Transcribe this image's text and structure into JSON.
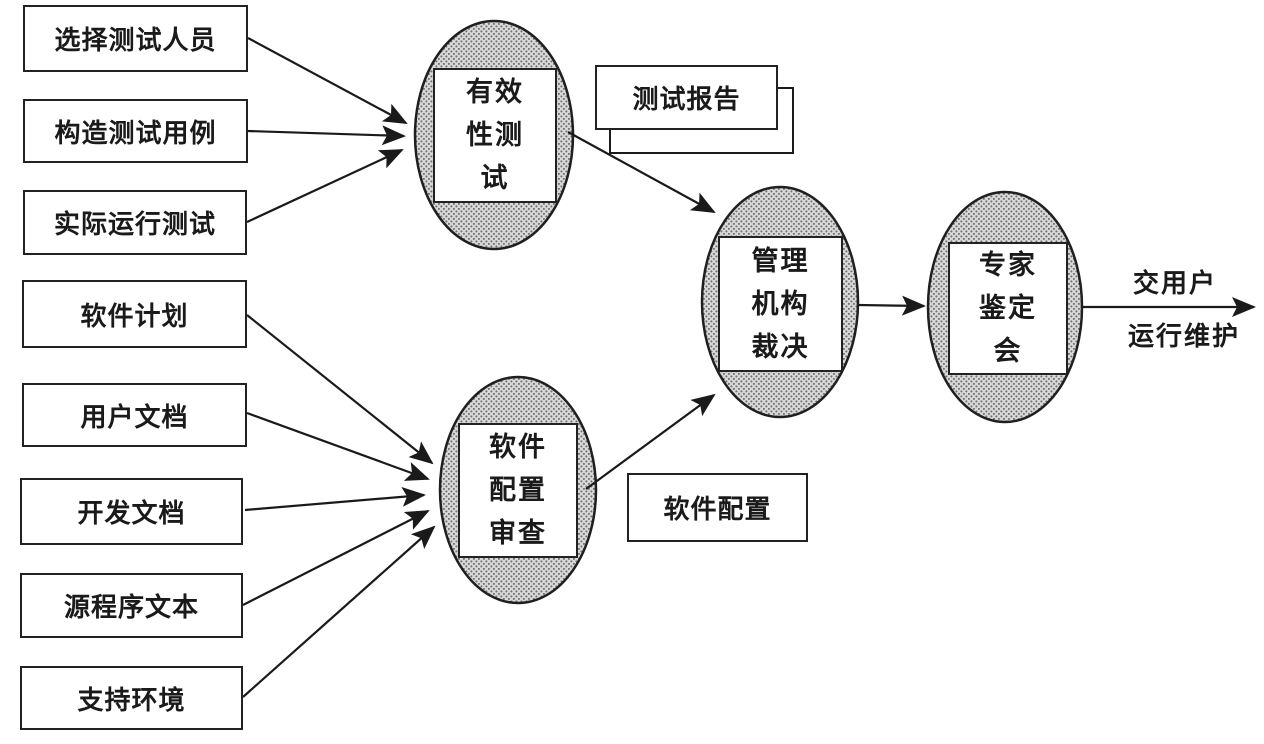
{
  "diagram_type": "software-acceptance-test-data-flow",
  "nodes": {
    "sources_top": [
      "选择测试人员",
      "构造测试用例",
      "实际运行测试"
    ],
    "sources_bottom": [
      "软件计划",
      "用户文档",
      "开发文档",
      "源程序文本",
      "支持环境"
    ],
    "processes": {
      "validity_test": {
        "line1": "有效",
        "line2": "性测",
        "line3": "试"
      },
      "config_review": {
        "line1": "软件",
        "line2": "配置",
        "line3": "审查"
      },
      "management_ruling": {
        "line1": "管理",
        "line2": "机构",
        "line3": "裁决"
      },
      "expert_meeting": {
        "line1": "专家",
        "line2": "鉴定",
        "line3": "会"
      }
    },
    "outputs": {
      "test_report": "测试报告",
      "software_config": "软件配置"
    }
  },
  "edge_labels": {
    "deliver_to_user": "交用户",
    "operation_maintenance": "运行维护"
  },
  "colors": {
    "line": "#1a1a1a",
    "ellipse_dot": "#6f6f6f",
    "ellipse_base": "#d9d9d9",
    "background": "#ffffff"
  }
}
